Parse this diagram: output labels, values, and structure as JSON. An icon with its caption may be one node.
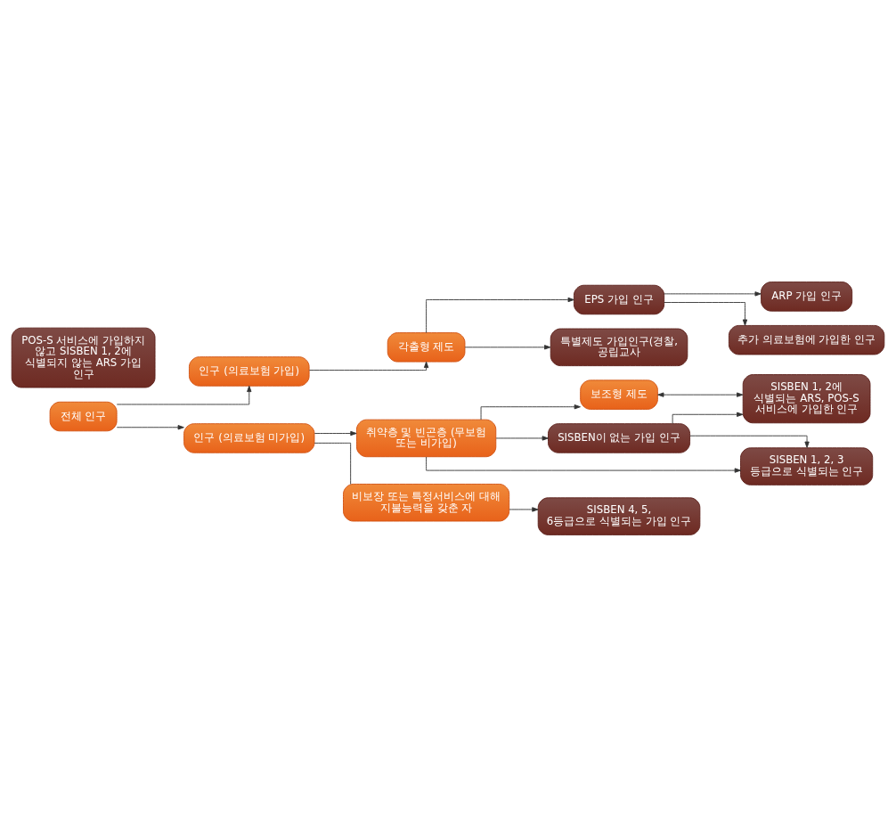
{
  "diagram": {
    "nodes": [
      {
        "text": [
          "전체 인구"
        ]
      },
      {
        "text": [
          "인구 (의료보험 가입)"
        ]
      },
      {
        "text": [
          "인구 (의료보험 미가입)"
        ]
      },
      {
        "text": [
          "각출형 제도"
        ]
      },
      {
        "text": [
          "보조형 제도"
        ]
      },
      {
        "text": [
          "취약층 및 빈곤층 (무보험 또는 비가입)"
        ]
      },
      {
        "text": [
          "비보장 또는 특정서비스에 대해 지불능력을 갖춘 자"
        ]
      },
      {
        "text": [
          "EPS 가입 인구"
        ]
      },
      {
        "text": [
          "ARP 가입 인구"
        ]
      },
      {
        "text": [
          "추가 의료보험에 가입한 인구"
        ]
      },
      {
        "text": [
          "특별제도 가입인구(경찰, 공립교사"
        ]
      },
      {
        "text": [
          "SISBEN 1, 2에 식별되는 ARS, POS-S 서비스에 가입한 인구"
        ]
      },
      {
        "text": [
          "POS-S 서비스에 가입하지 않고 SISBEN 1, 2에 식별되지 않는 ARS 가입 인구"
        ]
      },
      {
        "text": [
          "SISBEN 1, 2, 3 등급으로 식별되는 인구"
        ]
      },
      {
        "text": [
          "SISBEN이 없는 가입 인구"
        ]
      },
      {
        "text": [
          "SISBEN 4, 5, 6등급으로 식별되는 가입 인구"
        ]
      }
    ],
    "edges": [
      {
        "from": 0,
        "to": 1,
        "arrow": "to"
      },
      {
        "from": 0,
        "to": 2,
        "arrow": "to"
      },
      {
        "from": 1,
        "to": 3,
        "arrow": "to"
      },
      {
        "from": 2,
        "to": 5,
        "arrow": "to"
      },
      {
        "from": 2,
        "to": 6,
        "arrow": "none"
      },
      {
        "from": 3,
        "to": 7,
        "arrow": "to"
      },
      {
        "from": 3,
        "to": 10,
        "arrow": "to"
      },
      {
        "from": 7,
        "to": 8,
        "arrow": "to"
      },
      {
        "from": 7,
        "to": 9,
        "arrow": "to"
      },
      {
        "from": 5,
        "to": 4,
        "arrow": "to"
      },
      {
        "from": 4,
        "to": 11,
        "arrow": "both"
      },
      {
        "from": 5,
        "to": 13,
        "arrow": "to"
      },
      {
        "from": 5,
        "to": 14,
        "arrow": "to"
      },
      {
        "from": 14,
        "to": 11,
        "arrow": "to"
      },
      {
        "from": 14,
        "to": 13,
        "arrow": "to"
      },
      {
        "from": 6,
        "to": 15,
        "arrow": "to"
      }
    ]
  }
}
